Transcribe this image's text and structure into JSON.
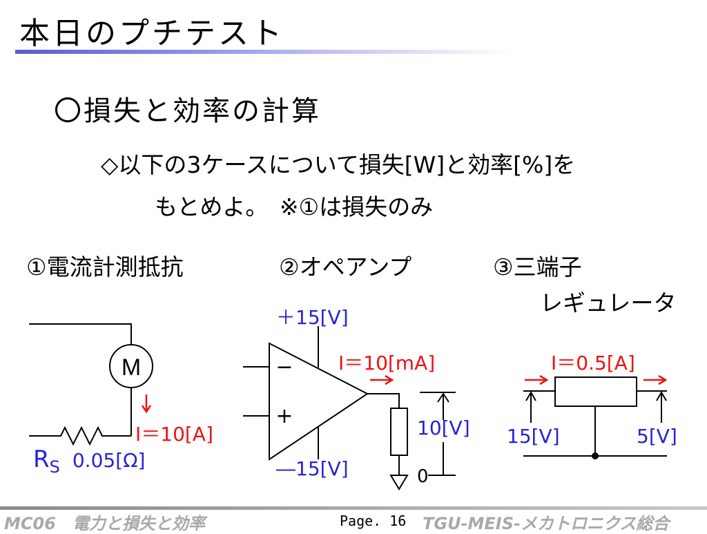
{
  "slide": {
    "title": "本日のプチテスト",
    "heading": "〇損失と効率の計算",
    "instruction_line1": "◇以下の3ケースについて損失[W]と効率[%]を",
    "instruction_line2": "もとめよ。　※①は損失のみ"
  },
  "cases": {
    "case1_label": "①電流計測抵抗",
    "case2_label": "②オペアンプ",
    "case3_label_line1": "③三端子",
    "case3_label_line2": "レギュレータ"
  },
  "circuit1": {
    "motor_symbol": "M",
    "current": "I＝10[A]",
    "resistor_symbol": "R",
    "resistor_subscript": "S",
    "resistor_value": "0.05[Ω]"
  },
  "circuit2": {
    "supply_positive": "＋15[V]",
    "supply_negative": "―15[V]",
    "minus_input": "−",
    "plus_input": "+",
    "current": "I＝10[mA]",
    "output_voltage": "10[V]",
    "ground_label": "0"
  },
  "circuit3": {
    "current": "I＝0.5[A]",
    "input_voltage": "15[V]",
    "output_voltage": "5[V]"
  },
  "footer": {
    "course_code": "MC06",
    "course_name": "電力と損失と効率",
    "page": "Page. 16",
    "organization": "TGU-MEIS-メカトロニクス総合"
  },
  "colors": {
    "voltage_blue": "#2424d8",
    "current_red": "#ee1111",
    "footer_gray": "#a9a9a9",
    "title_underline": "#5b5bd6"
  }
}
